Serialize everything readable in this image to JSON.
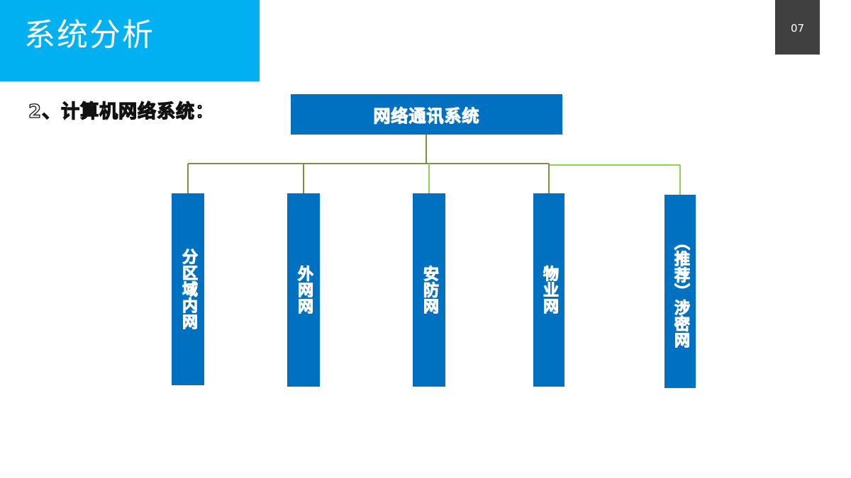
{
  "header": {
    "title": "系统分析",
    "page_number": "07"
  },
  "subtitle": "2、计算机网络系统：",
  "diagram": {
    "root": "网络通讯系统",
    "branches": [
      "分区域内网",
      "外网网",
      "安防网",
      "物业网",
      "（推荐）涉密网"
    ]
  },
  "colors": {
    "title_band": "#00b0f0",
    "node_fill": "#0070c0",
    "connector": "#77933c",
    "page_box": "#404040"
  }
}
